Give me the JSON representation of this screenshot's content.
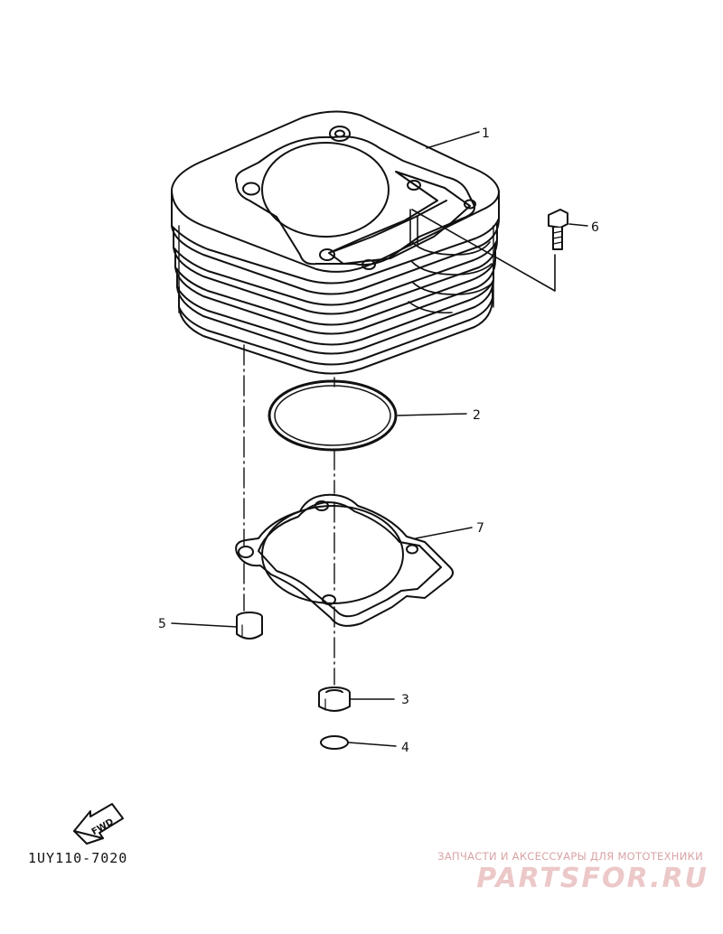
{
  "callouts": [
    {
      "id": "1",
      "label": "1"
    },
    {
      "id": "2",
      "label": "2"
    },
    {
      "id": "3",
      "label": "3"
    },
    {
      "id": "4",
      "label": "4"
    },
    {
      "id": "5",
      "label": "5"
    },
    {
      "id": "6",
      "label": "6"
    },
    {
      "id": "7",
      "label": "7"
    }
  ],
  "fwd_label": "FWD",
  "part_code": "1UY110-7020",
  "watermark": {
    "tagline": "ЗАПЧАСТИ И АКСЕССУАРЫ ДЛЯ МОТОТЕХНИКИ",
    "brand": "PARTSFOR.RU"
  },
  "colors": {
    "ink": "#111111",
    "watermark": "#e8bcbc"
  }
}
